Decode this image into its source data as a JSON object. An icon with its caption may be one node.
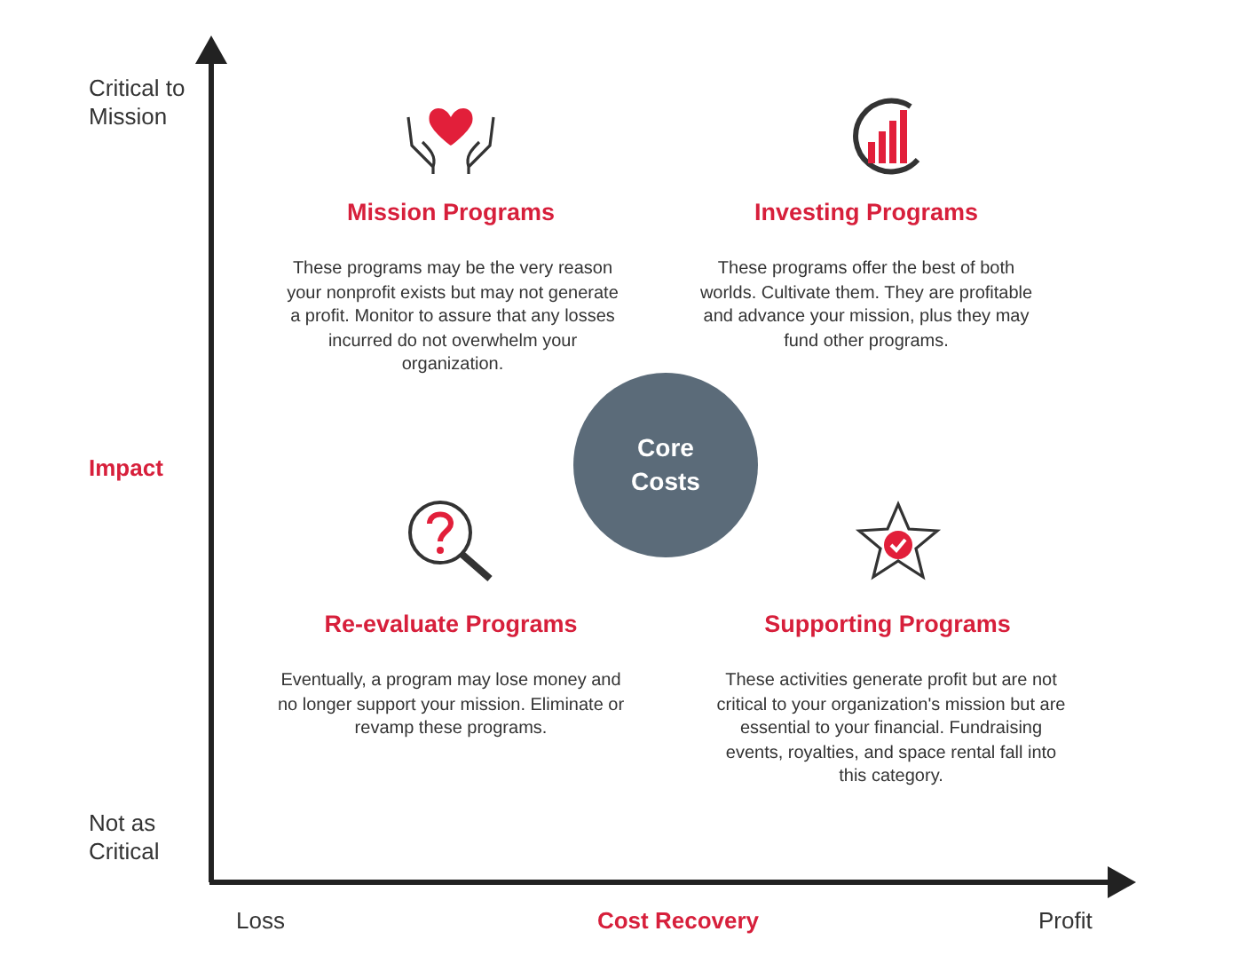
{
  "diagram": {
    "nodes": [
      {
        "text": [
          "Core Costs"
        ]
      }
    ],
    "labels": [
      "Critical to Mission",
      "Mission Programs",
      "These programs may be the very reason your nonprofit exists but may not generate a profit. Monitor to assure that any losses incurred do not overwhelm your organization.",
      "Investing Programs",
      "These programs offer the best of both worlds. Cultivate them. They are profitable and advance your mission, plus they may fund other programs.",
      "Impact",
      "Re-evaluate Programs",
      "Eventually, a program may lose money and no longer support your mission. Eliminate or revamp these programs.",
      "Supporting Programs",
      "These activities generate profit but are not critical to your organization's mission but are essential to your financial. Fundraising events, royalties, and space rental fall into this category.",
      "Not as Critical",
      "Loss",
      "Cost Recovery",
      "Profit"
    ]
  }
}
